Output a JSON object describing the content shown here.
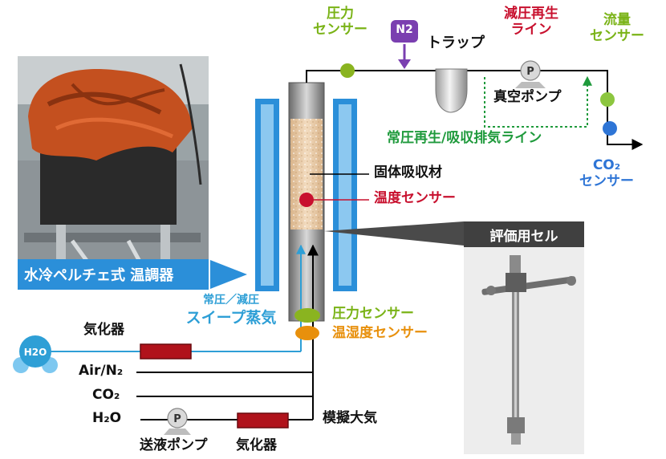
{
  "labels": {
    "pressure_sensor_top": [
      "圧力",
      "センサー"
    ],
    "n2": "N2",
    "trap": "トラップ",
    "decompression_line": [
      "減圧再生",
      "ライン"
    ],
    "flow_sensor": [
      "流量",
      "センサー"
    ],
    "vacuum_pump": "真空ポンプ",
    "atm_regen_line": "常圧再生/吸収排気ライン",
    "co2_sensor": [
      "CO₂",
      "センサー"
    ],
    "solid_absorbent": "固体吸収材",
    "temperature_sensor": "温度センサー",
    "eval_cell": "評価用セル",
    "peltier": "水冷ペルチェ式 温調器",
    "sweep_small": "常圧／減圧",
    "sweep_large": "スイープ蒸気",
    "pressure_sensor_bottom": "圧力センサー",
    "temp_humidity_sensor": "温湿度センサー",
    "vaporizer_top": "気化器",
    "h2o_molecule": "H2O",
    "air_n2": "Air/N₂",
    "co2": "CO₂",
    "h2o": "H₂O",
    "pump_p": "P",
    "simulated_air": "模擬大気",
    "liquid_pump": "送液ポンプ",
    "vaporizer_bottom": "気化器"
  },
  "colors": {
    "green": "#7ab317",
    "red": "#c8102e",
    "blue": "#2e75d6",
    "teal": "#2e9fd6",
    "orange": "#e8900c",
    "dark_green": "#1f9a3c",
    "purple": "#7a3fb0",
    "peltier_blue": "#2b8fd9"
  },
  "icons": [
    "pump-icon",
    "sensor-dot-icon",
    "trap-icon",
    "h2o-molecule-icon",
    "photo-experimental-setup",
    "photo-evaluation-cell"
  ]
}
